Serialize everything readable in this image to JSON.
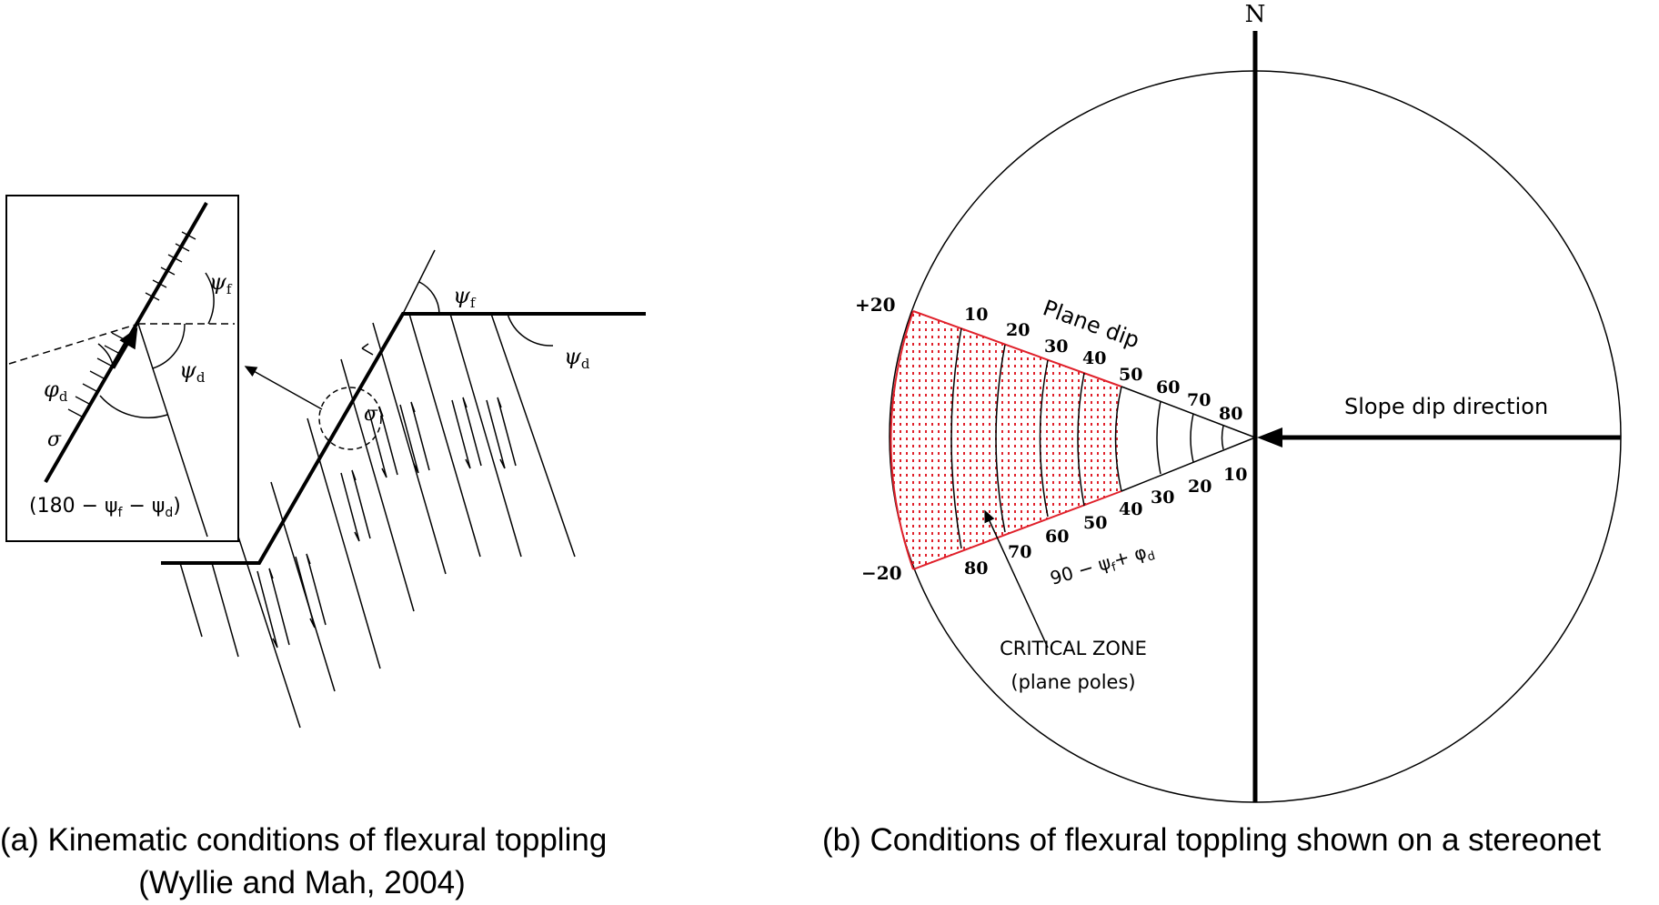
{
  "left_panel": {
    "inset": {
      "psi_f": "ψ",
      "psi_f_sub": "f",
      "phi_d": "φ",
      "phi_d_sub": "d",
      "psi_d": "ψ",
      "psi_d_sub": "d",
      "sigma": "σ",
      "formula_open": "(180 − ψ",
      "formula_f": "f",
      "formula_mid": " − ψ",
      "formula_d": "d",
      "formula_close": ")"
    },
    "slope": {
      "psi_f": "ψ",
      "psi_f_sub": "f",
      "psi_d": "ψ",
      "psi_d_sub": "d",
      "sigma": "σ"
    },
    "caption_line1": "(a)  Kinematic conditions of flexural toppling",
    "caption_line2": "(Wyllie and Mah, 2004)"
  },
  "right_panel": {
    "north": "N",
    "plus20": "+20",
    "minus20": "−20",
    "plane_dip_label": "Plane dip",
    "plane_dip_ticks": [
      "10",
      "20",
      "30",
      "40",
      "50",
      "60",
      "70",
      "80"
    ],
    "lower_ticks": [
      "10",
      "20",
      "30",
      "40",
      "50",
      "60",
      "70",
      "80"
    ],
    "formula_main": "90 − ψ",
    "formula_f": "f",
    "formula_plus": "+ φ",
    "formula_d": "d",
    "slope_dir": "Slope dip direction",
    "critical_line1": "CRITICAL ZONE",
    "critical_line2": "(plane poles)",
    "caption": "(b) Conditions of flexural toppling shown on a stereonet",
    "zone_color": "#e0202a"
  }
}
